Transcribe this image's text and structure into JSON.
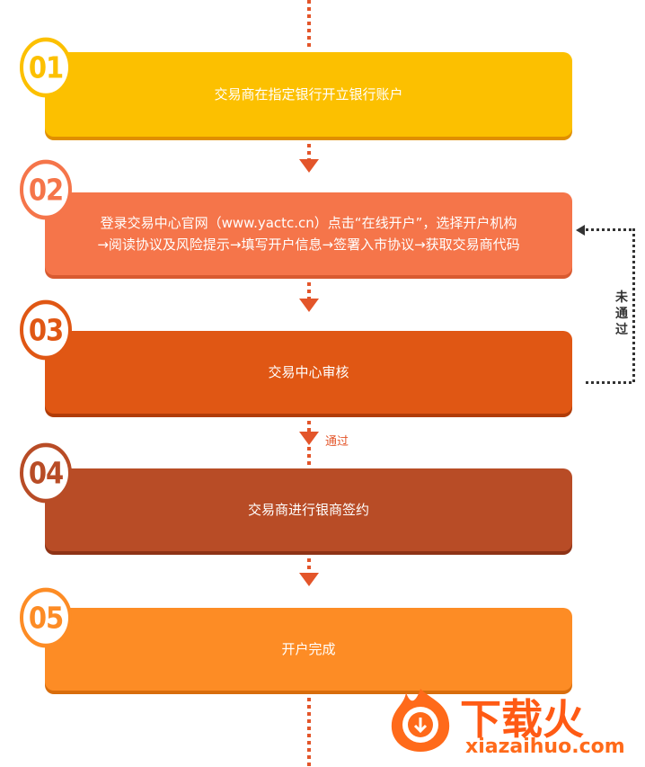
{
  "steps": [
    {
      "num": "01",
      "text": "交易商在指定银行开立银行账户",
      "color": "#fcc000"
    },
    {
      "num": "02",
      "text": "登录交易中心官网（www.yactc.cn）点击“在线开户”，选择开户机构\n→阅读协议及风险提示→填写开户信息→签署入市协议→获取交易商代码",
      "color": "#f5754a"
    },
    {
      "num": "03",
      "text": "交易中心审核",
      "color": "#e05714"
    },
    {
      "num": "04",
      "text": "交易商进行银商签约",
      "color": "#b84c26"
    },
    {
      "num": "05",
      "text": "开户完成",
      "color": "#fd8c25"
    }
  ],
  "labels": {
    "failed": "未通过",
    "passed": "通过"
  },
  "watermark": {
    "brand": "下载火",
    "url": "xiazaihuo.com"
  }
}
